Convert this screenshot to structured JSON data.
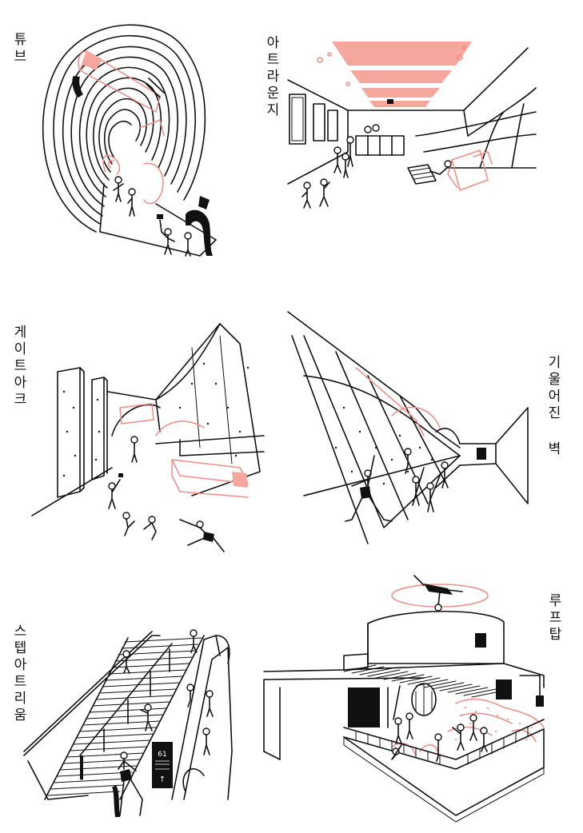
{
  "panels": [
    {
      "id": "tube",
      "title": "튜브"
    },
    {
      "id": "art-lounge",
      "title": "아트라운지"
    },
    {
      "id": "gate-arc",
      "title": "게이트아크"
    },
    {
      "id": "tilted-wall",
      "title": "기울어진 벽"
    },
    {
      "id": "step-atrium",
      "title": "스텝아트리움"
    },
    {
      "id": "roof-top",
      "title": "루프탑"
    }
  ],
  "signage": {
    "floor": "61",
    "arrow": "↑"
  },
  "colors": {
    "accent": "#f08d84",
    "accent_fill": "#f5a79d",
    "ink": "#111111"
  }
}
